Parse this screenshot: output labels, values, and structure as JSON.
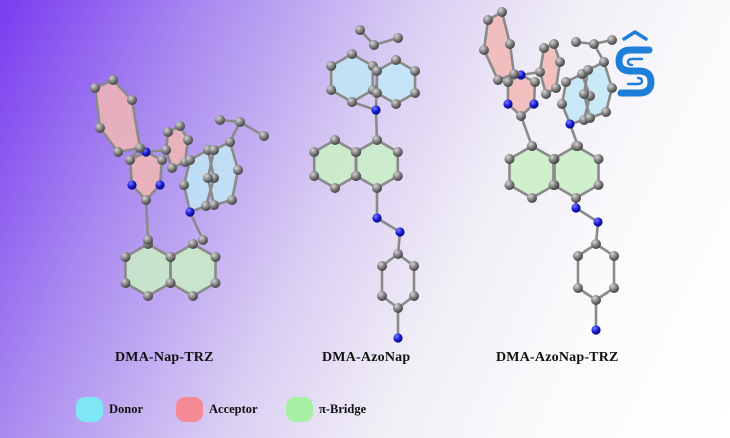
{
  "captions": {
    "molecule_1": "DMA-Nap-TRZ",
    "molecule_2": "DMA-AzoNap",
    "molecule_3": "DMA-AzoNap-TRZ"
  },
  "legend": [
    {
      "label": "Donor",
      "color": "#7fe6f5"
    },
    {
      "label": "Acceptor",
      "color": "#f58a94"
    },
    {
      "label": "π-Bridge",
      "color": "#a6f0a6"
    }
  ],
  "colors": {
    "donor_fill": "#bfe6f6",
    "acceptor_fill": "#f2b7b4",
    "bridge_fill": "#c9efc6",
    "carbon_atom": "#7b7b7b",
    "nitrogen_atom": "#1616d8",
    "logo": "#1e7fd8"
  },
  "icons": {
    "logo": "s-chevron-logo-icon"
  }
}
